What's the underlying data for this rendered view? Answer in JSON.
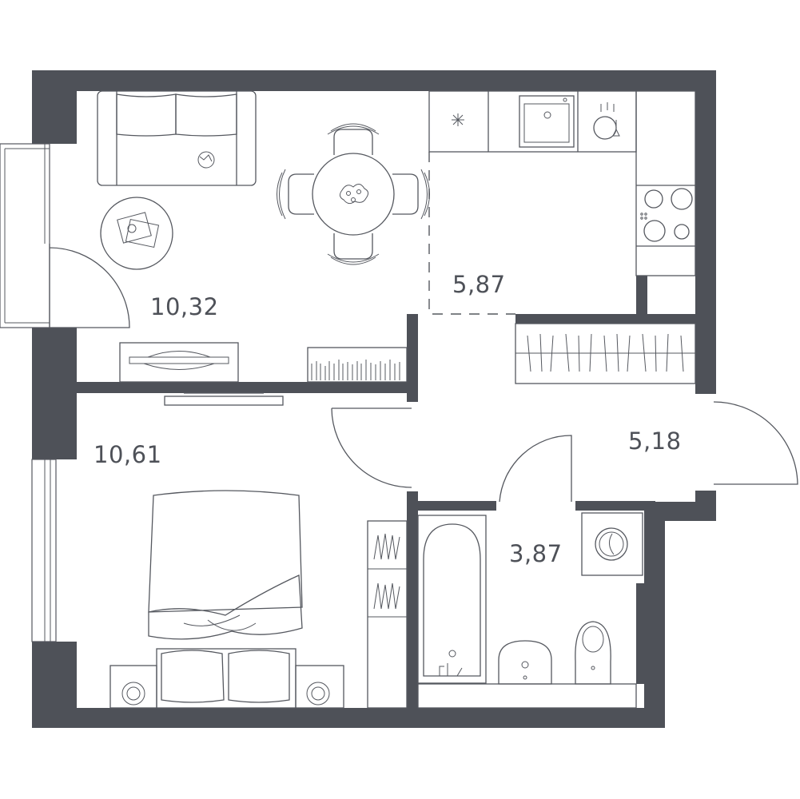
{
  "rooms": [
    {
      "id": "living-room",
      "area": "10,32"
    },
    {
      "id": "kitchen",
      "area": "5,87"
    },
    {
      "id": "bedroom",
      "area": "10,61"
    },
    {
      "id": "hallway",
      "area": "5,18"
    },
    {
      "id": "bathroom",
      "area": "3,87"
    }
  ],
  "colors": {
    "walls": "#4e5158",
    "lines": "#55585f",
    "background": "#ffffff"
  },
  "icons": [
    "sofa-icon",
    "coffee-table-icon",
    "dining-table-icon",
    "chair-icon",
    "sink-icon",
    "dishwasher-icon",
    "cooktop-icon",
    "tv-stand-icon",
    "bookshelf-icon",
    "wardrobe-icon",
    "bed-icon",
    "nightstand-icon",
    "bathtub-icon",
    "washbasin-icon",
    "toilet-icon",
    "washing-machine-icon"
  ]
}
